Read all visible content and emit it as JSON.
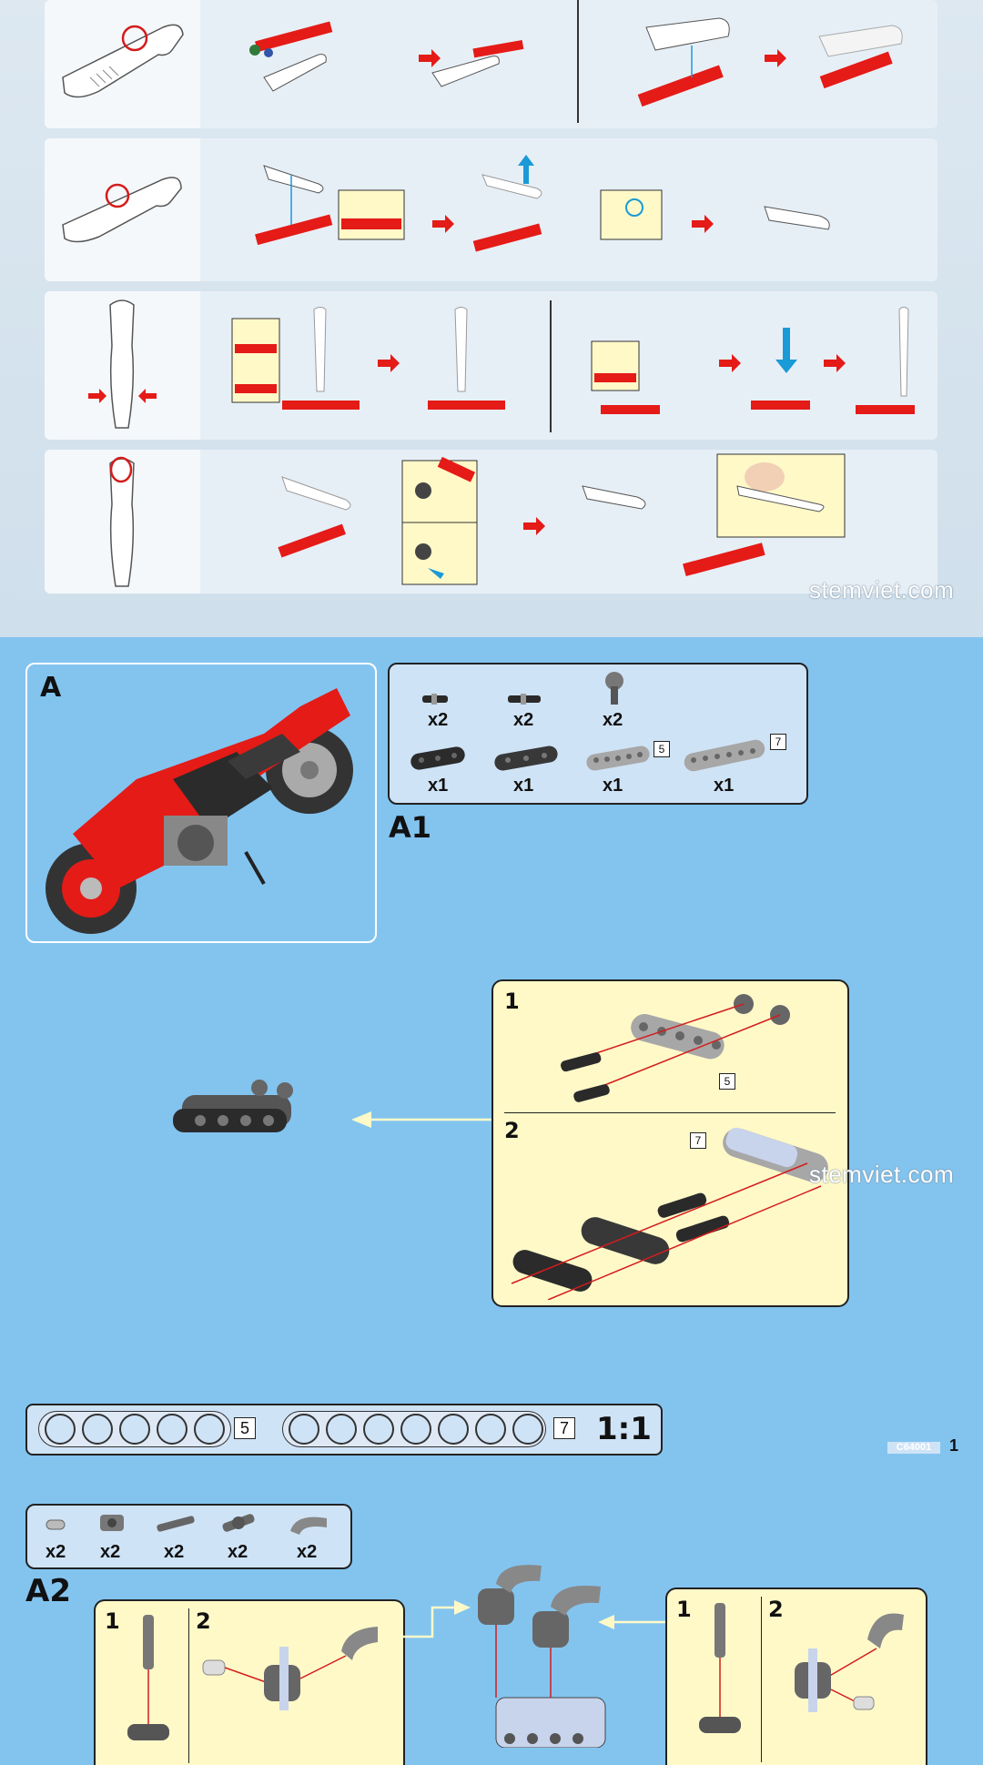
{
  "watermarks": {
    "top": "stemviet.com",
    "middle": "stemviet.com"
  },
  "intro": {
    "model_label": "A",
    "model_image": "red-motorbike",
    "step_label": "A1"
  },
  "a1_parts": [
    {
      "icon": "short-pin-icon",
      "qty": "x2"
    },
    {
      "icon": "axle-pin-icon",
      "qty": "x2"
    },
    {
      "icon": "connector-icon",
      "qty": "x2"
    },
    {
      "icon": "black-beam-3-icon",
      "qty": "x1"
    },
    {
      "icon": "black-beam-3-icon",
      "qty": "x1"
    },
    {
      "icon": "grey-beam-5-icon",
      "qty": "x1",
      "size": "5"
    },
    {
      "icon": "grey-beam-7-icon",
      "qty": "x1",
      "size": "7"
    }
  ],
  "a1_steps": {
    "step1": "1",
    "step2": "2",
    "beam5": "5",
    "beam7": "7"
  },
  "ruler": {
    "beam5_label": "5",
    "beam7_label": "7",
    "scale": "1:1",
    "beam5_holes": 5,
    "beam7_holes": 7
  },
  "footer": {
    "code": "C64001",
    "page_number": "1"
  },
  "a2_parts": [
    {
      "icon": "bushing-icon",
      "qty": "x2"
    },
    {
      "icon": "cross-block-icon",
      "qty": "x2"
    },
    {
      "icon": "long-pin-icon",
      "qty": "x2"
    },
    {
      "icon": "angle-connector-icon",
      "qty": "x2"
    },
    {
      "icon": "curved-tube-icon",
      "qty": "x2"
    }
  ],
  "a2": {
    "step_label": "A2",
    "left_panel": {
      "step1": "1",
      "step2": "2"
    },
    "right_panel": {
      "step1": "1",
      "step2": "2"
    }
  },
  "colors": {
    "background": "#83c4ef",
    "panel_yellow": "#fff9c8",
    "parts_blue": "#cfe3f6",
    "accent_red": "#e41b17"
  }
}
